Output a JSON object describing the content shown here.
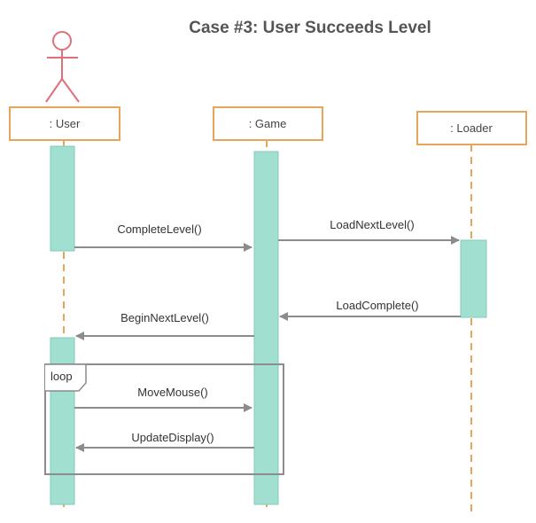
{
  "diagram": {
    "title": "Case #3: User Succeeds Level",
    "participants": [
      {
        "id": "user",
        "label": ": User",
        "has_actor": true
      },
      {
        "id": "game",
        "label": ": Game"
      },
      {
        "id": "loader",
        "label": ": Loader"
      }
    ],
    "messages": [
      {
        "label": "CompleteLevel()",
        "from": "user",
        "to": "game"
      },
      {
        "label": "LoadNextLevel()",
        "from": "game",
        "to": "loader"
      },
      {
        "label": "LoadComplete()",
        "from": "loader",
        "to": "game"
      },
      {
        "label": "BeginNextLevel()",
        "from": "game",
        "to": "user"
      },
      {
        "label": "MoveMouse()",
        "from": "user",
        "to": "game"
      },
      {
        "label": "UpdateDisplay()",
        "from": "game",
        "to": "user"
      }
    ],
    "fragment": {
      "label": "loop"
    },
    "colors": {
      "actor": "#e0707a",
      "box_border": "#e8a55a",
      "lifeline": "#e8a55a",
      "activation_fill": "#a1dfd1",
      "activation_border": "#7fcbbb",
      "arrow": "#8c8c8c",
      "frame": "#8c8c8c",
      "title": "#555555"
    }
  }
}
